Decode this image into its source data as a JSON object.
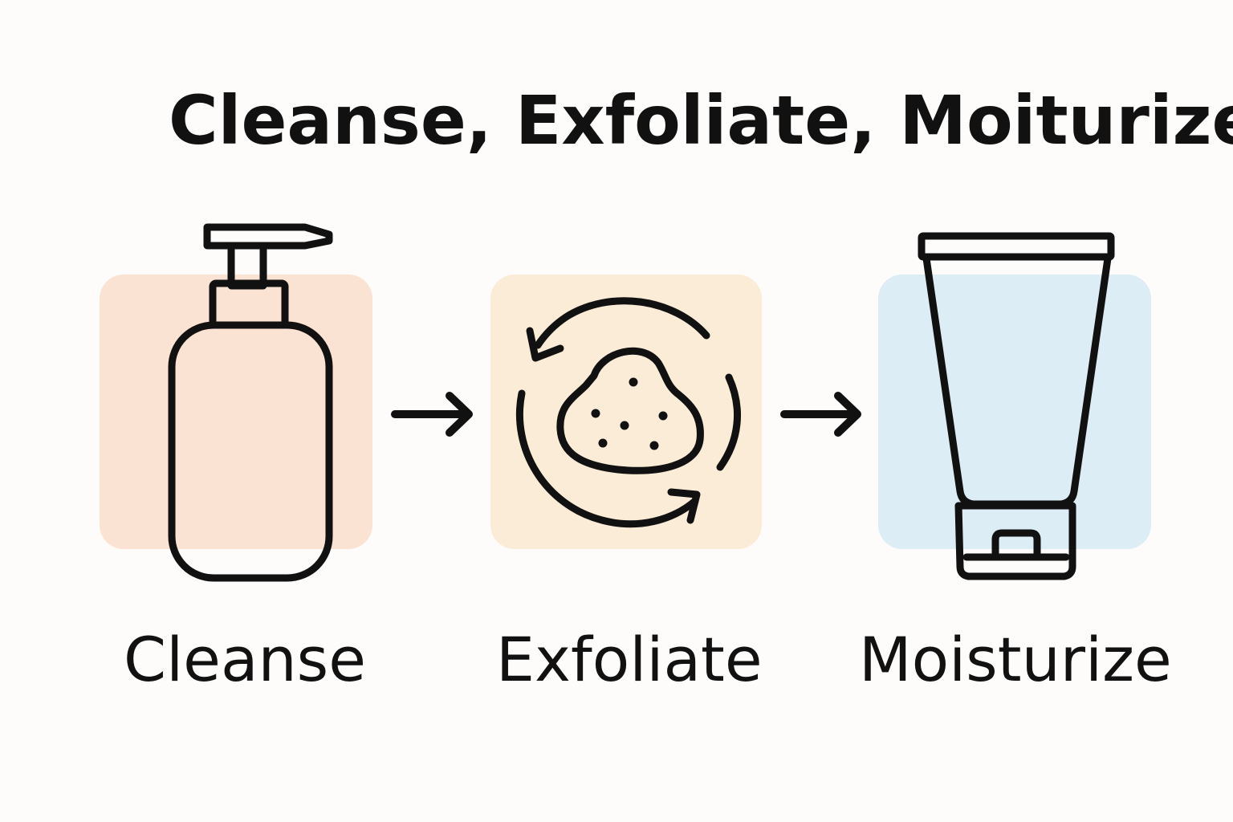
{
  "title": "Cleanse, Exfoliate, Moiturize",
  "steps": [
    {
      "label": "Cleanse",
      "icon": "pump-bottle-icon",
      "color": "#fbe3d3"
    },
    {
      "label": "Exfoliate",
      "icon": "scrub-circular-icon",
      "color": "#fbecd8"
    },
    {
      "label": "Moisturize",
      "icon": "cream-tube-icon",
      "color": "#dcedf6"
    }
  ],
  "arrow_icon": "arrow-right-icon",
  "stroke_color": "#111111"
}
